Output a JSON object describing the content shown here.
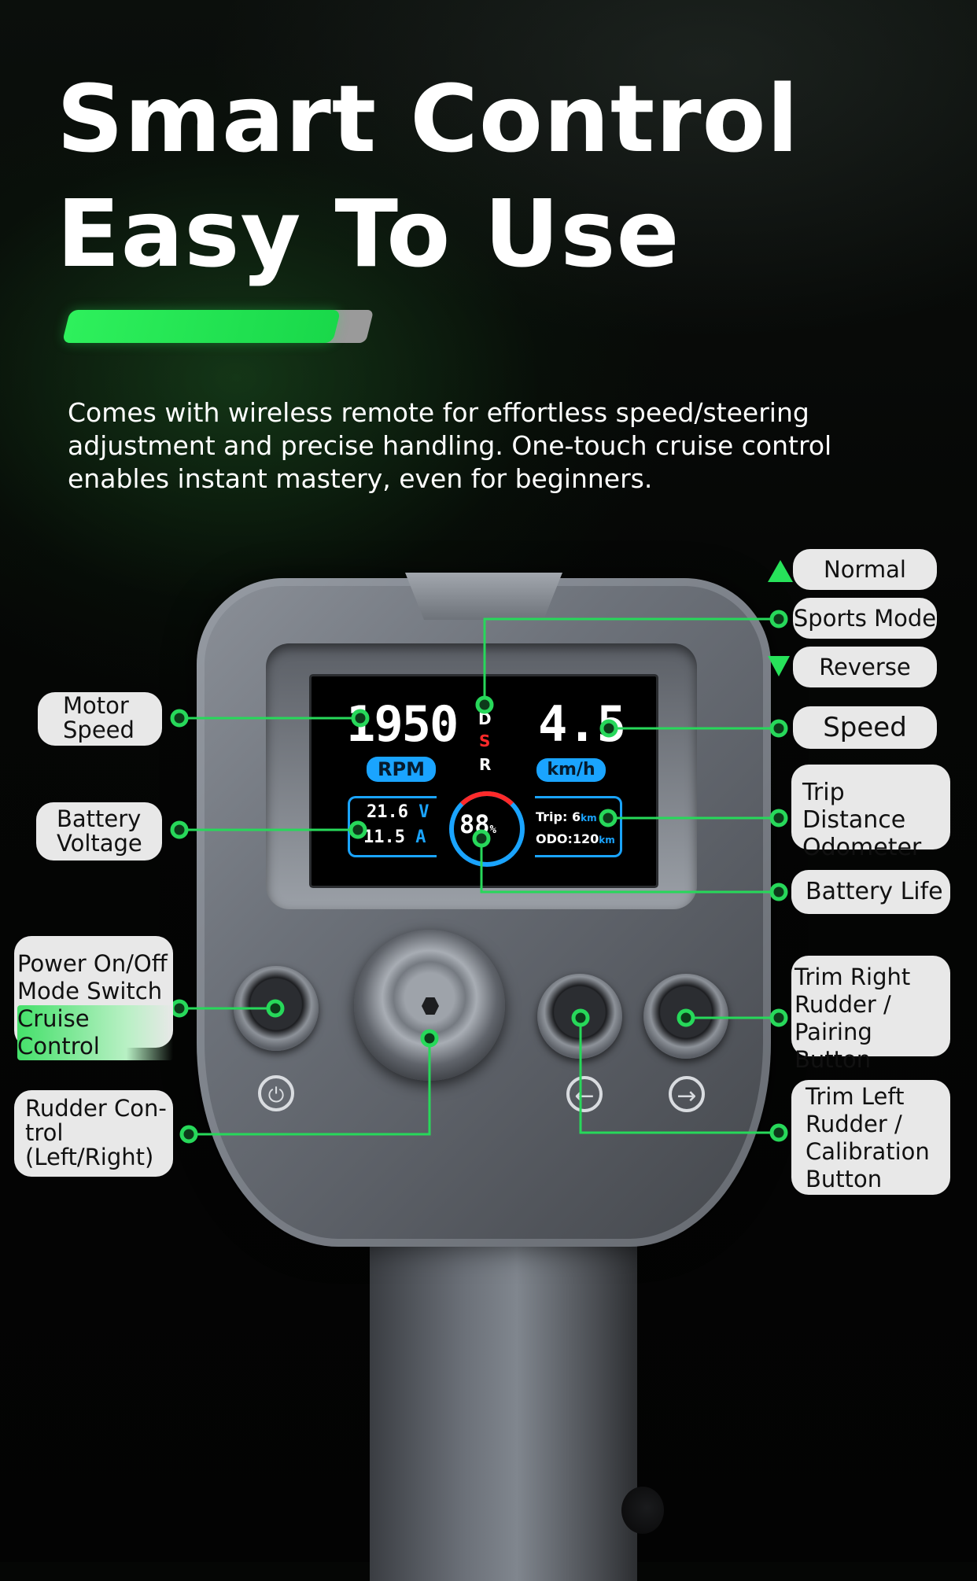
{
  "headline": {
    "line1": "Smart Control",
    "line2": "Easy To Use"
  },
  "description": "Comes with wireless remote for effortless speed/steering adjustment and precise handling. One-touch cruise control enables instant mastery, even for beginners.",
  "colors": {
    "accent": "#27e25a",
    "display_blue": "#1aa4ff",
    "label_bg": "#e8e8e8"
  },
  "display": {
    "rpm_value": "1950",
    "rpm_unit": "RPM",
    "speed_value": "4.5",
    "speed_unit": "km/h",
    "gear_d": "D",
    "gear_s": "S",
    "gear_r": "R",
    "voltage": "21.6",
    "voltage_unit": "V",
    "current": "11.5",
    "current_unit": "A",
    "battery": "88",
    "battery_unit": "%",
    "trip_label": "Trip:",
    "trip_value": "6",
    "trip_unit": "km",
    "odo_label": "ODO:",
    "odo_value": "120",
    "odo_unit": "km"
  },
  "icons": {
    "power": "power-icon",
    "left": "arrow-left-icon",
    "right": "arrow-right-icon"
  },
  "labels": {
    "normal_mode": "Normal Mode",
    "sports_mode": "Sports Mode",
    "reverse": "Reverse",
    "speed": "Speed",
    "trip_line1": "Trip Distance",
    "trip_line2": "Odometer",
    "battery_life": "Battery Life",
    "trim_right_1": "Trim Right",
    "trim_right_2": "Rudder /",
    "trim_right_3": "Pairing Button",
    "trim_left_1": "Trim Left",
    "trim_left_2": "Rudder /",
    "trim_left_3": "Calibration",
    "trim_left_4": "Button",
    "motor_1": "Motor",
    "motor_2": "Speed",
    "battv_1": "Battery",
    "battv_2": "Voltage",
    "power_1": "Power On/Off",
    "power_2": "Mode Switch",
    "power_3": "Cruise Control",
    "rudder_1": "Rudder Con-",
    "rudder_2": "trol",
    "rudder_3": "(Left/Right)"
  }
}
